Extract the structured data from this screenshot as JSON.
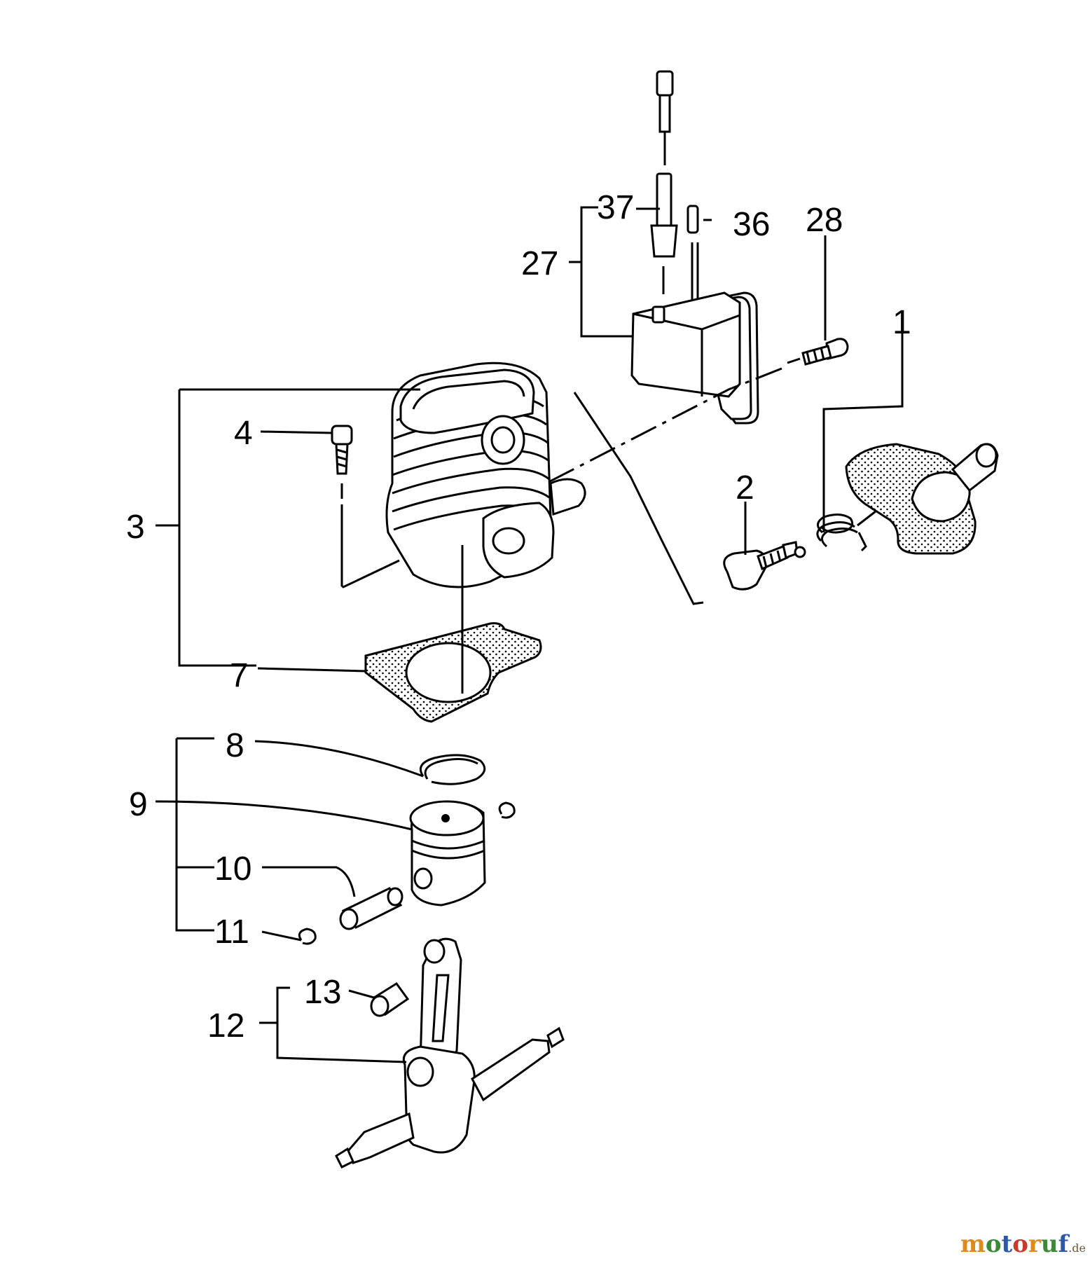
{
  "parts": [
    {
      "id": "p37",
      "label": "37"
    },
    {
      "id": "p36",
      "label": "36"
    },
    {
      "id": "p28",
      "label": "28"
    },
    {
      "id": "p27",
      "label": "27"
    },
    {
      "id": "p1",
      "label": "1"
    },
    {
      "id": "p4",
      "label": "4"
    },
    {
      "id": "p3",
      "label": "3"
    },
    {
      "id": "p2",
      "label": "2"
    },
    {
      "id": "p7",
      "label": "7"
    },
    {
      "id": "p8",
      "label": "8"
    },
    {
      "id": "p9",
      "label": "9"
    },
    {
      "id": "p10",
      "label": "10"
    },
    {
      "id": "p11",
      "label": "11"
    },
    {
      "id": "p13",
      "label": "13"
    },
    {
      "id": "p12",
      "label": "12"
    }
  ],
  "watermark": {
    "letters": [
      {
        "ch": "m",
        "color": "#e08a1e"
      },
      {
        "ch": "o",
        "color": "#3a8a3a"
      },
      {
        "ch": "t",
        "color": "#2a5aa8"
      },
      {
        "ch": "o",
        "color": "#c83a2a"
      },
      {
        "ch": "r",
        "color": "#e08a1e"
      },
      {
        "ch": "u",
        "color": "#3a8a3a"
      },
      {
        "ch": "f",
        "color": "#2a5aa8"
      }
    ],
    "suffix": ".de"
  }
}
